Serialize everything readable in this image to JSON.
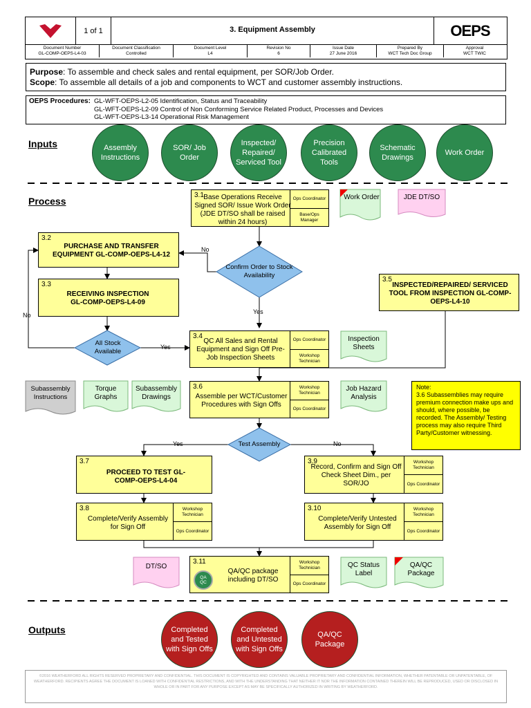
{
  "header": {
    "page": "1 of 1",
    "title": "3. Equipment Assembly",
    "logo_text": "OEPS",
    "meta": [
      {
        "label": "Document Number",
        "value": "GL-COMP-OEPS-L4-03"
      },
      {
        "label": "Document Classification",
        "value": "Controlled"
      },
      {
        "label": "Document Level",
        "value": "L4"
      },
      {
        "label": "Revision No",
        "value": "6"
      },
      {
        "label": "Issue Date",
        "value": "27 June 2016"
      },
      {
        "label": "Prepared By",
        "value": "WCT Tech Doc Group"
      },
      {
        "label": "Approval",
        "value": "WCT TWIC"
      }
    ]
  },
  "purpose": {
    "purpose_label": "Purpose",
    "purpose_text": ": To assemble and check sales and rental equipment, per SOR/Job Order.",
    "scope_label": "Scope",
    "scope_text": ": To assemble all details of a job and components to WCT and customer assembly instructions."
  },
  "procedures": {
    "label": "OEPS Procedures:",
    "items": [
      "GL-WFT-OEPS-L2-05 Identification, Status and Traceability",
      "GL-WFT-OEPS-L2-09 Control of Non Conforming Service Related Product, Processes and Devices",
      "GL-WFT-OEPS-L3-14 Operational Risk Management"
    ]
  },
  "inputs": {
    "title": "Inputs",
    "items": [
      "Assembly Instructions",
      "SOR/ Job Order",
      "Inspected/ Repaired/ Serviced Tool",
      "Precision Calibrated Tools",
      "Schematic Drawings",
      "Work Order"
    ]
  },
  "process": {
    "title": "Process",
    "s31": {
      "num": "3.1",
      "text": "Base Operations Receive Signed SOR/ Issue Work Order (JDE DT/SO shall be raised within 24 hours)",
      "role1": "Ops Coordinator",
      "role2": "Base/Ops Manager"
    },
    "s32": {
      "num": "3.2",
      "text": "PURCHASE AND TRANSFER EQUIPMENT GL-COMP-OEPS-L4-12"
    },
    "s33": {
      "num": "3.3",
      "text": "RECEIVING INSPECTION GL-COMP-OEPS-L4-09"
    },
    "s34": {
      "num": "3.4",
      "text": "QC All Sales and Rental Equipment and Sign Off Pre-Job Inspection Sheets",
      "role1": "Ops Coordinator",
      "role2": "Workshop Technician"
    },
    "s35": {
      "num": "3.5",
      "text": "INSPECTED/REPAIRED/ SERVICED TOOL FROM INSPECTION GL-COMP-OEPS-L4-10"
    },
    "s36": {
      "num": "3.6",
      "text": "Assemble per WCT/Customer Procedures with Sign Offs",
      "role1": "Workshop Technician",
      "role2": "Ops Coordinator"
    },
    "s37": {
      "num": "3.7",
      "text": "PROCEED TO TEST GL-COMP-OEPS-L4-04"
    },
    "s38": {
      "num": "3.8",
      "text": "Complete/Verify Assembly for Sign Off",
      "role1": "Workshop Technician",
      "role2": "Ops Coordinator"
    },
    "s39": {
      "num": "3.9",
      "text": "Record, Confirm and Sign Off Check Sheet Dim., per SOR/JO",
      "role1": "Workshop Technician",
      "role2": "Ops Coordinator"
    },
    "s310": {
      "num": "3.10",
      "text": "Complete/Verify Untested Assembly for Sign Off",
      "role1": "Workshop Technician",
      "role2": "Ops Coordinator"
    },
    "s311": {
      "num": "3.11",
      "text": "QA/QC package including DT/SO",
      "role1": "Workshop Technician",
      "role2": "Ops Coordinator",
      "stamp": "QA QC"
    },
    "d_confirm": "Confirm Order to Stock Availability",
    "d_stock": "All Stock Available",
    "d_test": "Test Assembly",
    "labels": {
      "no1": "No",
      "yes1": "Yes",
      "no2": "No",
      "yes2": "Yes",
      "yes3": "Yes",
      "no3": "No"
    },
    "docs": {
      "work_order": "Work Order",
      "jde": "JDE DT/SO",
      "inspection_sheets": "Inspection Sheets",
      "subassembly_instr": "Subassembly Instructions",
      "torque": "Torque Graphs",
      "sub_drawings": "Subassembly Drawings",
      "hazard": "Job Hazard Analysis",
      "dtso": "DT/SO",
      "qc_status": "QC Status Label",
      "qaqc_pkg": "QA/QC Package"
    },
    "note": {
      "title": "Note:",
      "text": "3.6 Subassemblies may require premium connection make ups and should, where possible, be recorded. The Assembly/ Testing process may also require Third Party/Customer witnessing."
    }
  },
  "outputs": {
    "title": "Outputs",
    "items": [
      "Completed and Tested with Sign Offs",
      "Completed and Untested with Sign Offs",
      "QA/QC Package"
    ]
  },
  "footer": "©2016 WEATHERFORD ALL RIGHTS RESERVED PROPRIETARY AND CONFIDENTIAL. THIS DOCUMENT IS COPYRIGHTED AND CONTAINS VALUABLE PROPRIETARY AND CONFIDENTIAL INFORMATION, WHETHER PATENTABLE OR UNPATENTABLE, OF WEATHERFORD. RECIPIENTS AGREE THE DOCUMENT IS LOANED WITH CONFIDENTIAL RESTRICTIONS, AND WITH THE UNDERSTANDING THAT NEITHER IT NOR THE INFORMATION CONTAINED THEREIN WILL BE REPRODUCED, USED OR DISCLOSED IN WHOLE OR IN PART FOR ANY PURPOSE EXCEPT AS MAY BE SPECIFICALLY AUTHORIZED IN WRITING BY WEATHERFORD.",
  "colors": {
    "green_circle": "#2d8a4e",
    "red_circle": "#b51f1f",
    "process_box": "#ffff99",
    "decision": "#8fc1ec",
    "note": "#ffff00",
    "doc_green": "#d9f7d9",
    "doc_pink": "#ffd1f0",
    "doc_gray": "#cfcfcf"
  }
}
